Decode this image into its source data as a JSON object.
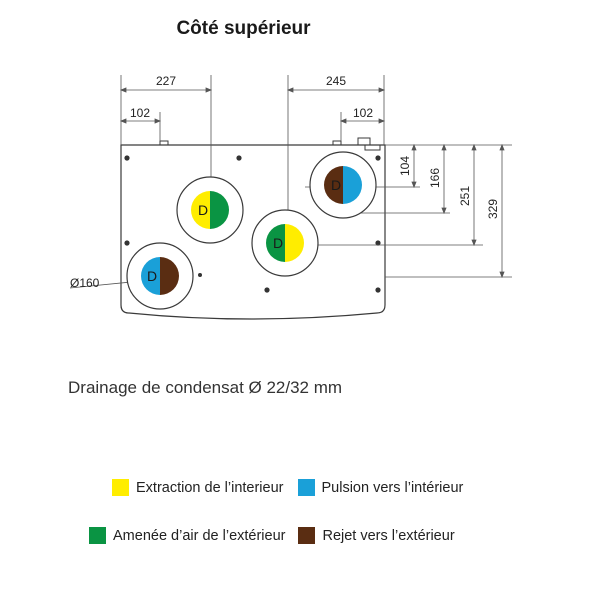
{
  "title": "Côté supérieur",
  "dimensions": {
    "top_227": "227",
    "top_245": "245",
    "top_102_left": "102",
    "top_102_right": "102",
    "side_104": "104",
    "side_166": "166",
    "side_251": "251",
    "side_329": "329",
    "diameter": "Ø160"
  },
  "port_label": "D",
  "colors": {
    "yellow": "#ffed00",
    "blue": "#1aa0d8",
    "green": "#0a9443",
    "brown": "#5a2d12",
    "outline": "#3a3a3a"
  },
  "drain_note": "Drainage de condensat Ø 22/32 mm",
  "legend": [
    {
      "label": "Extraction de l’interieur",
      "color": "#ffed00"
    },
    {
      "label": "Pulsion vers l’intérieur",
      "color": "#1aa0d8"
    },
    {
      "label": "Amenée d’air de l’extérieur",
      "color": "#0a9443"
    },
    {
      "label": "Rejet vers l’extérieur",
      "color": "#5a2d12"
    }
  ]
}
